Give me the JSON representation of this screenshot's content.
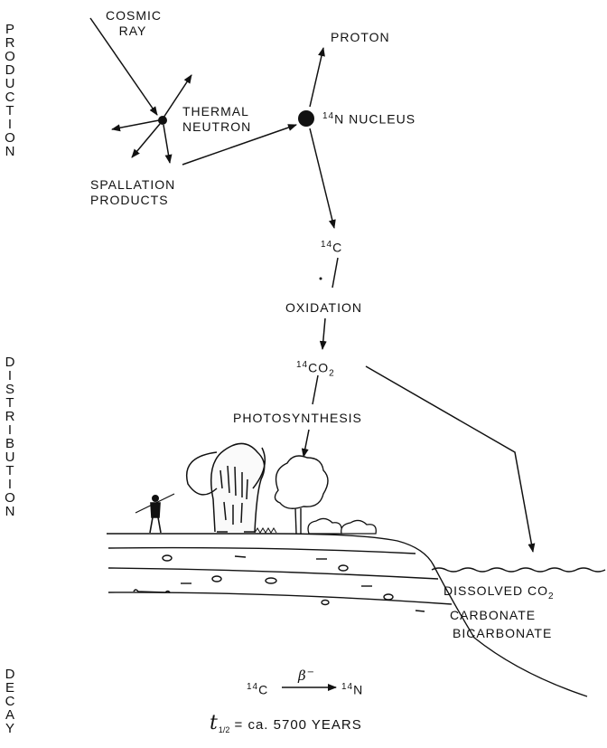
{
  "sections": {
    "production": "PRODUCTION",
    "distribution": "DISTRIBUTION",
    "decay": "DECAY"
  },
  "production": {
    "cosmic_ray_line1": "COSMIC",
    "cosmic_ray_line2": "RAY",
    "proton": "PROTON",
    "thermal_neutron_line1": "THERMAL",
    "thermal_neutron_line2": "NEUTRON",
    "nucleus_mass": "14",
    "nucleus_label": "N NUCLEUS",
    "spallation_line1": "SPALLATION",
    "spallation_line2": "PRODUCTS"
  },
  "distribution": {
    "c14_mass": "14",
    "c14_symbol": "C",
    "oxidation": "OXIDATION",
    "co2_mass": "14",
    "co2_symbol": "CO",
    "co2_sub": "2",
    "photosynthesis": "PHOTOSYNTHESIS",
    "dissolved_line1": "DISSOLVED CO",
    "dissolved_sub": "2",
    "carbonate": "CARBONATE",
    "bicarbonate": "BICARBONATE"
  },
  "decay": {
    "parent_mass": "14",
    "parent_symbol": "C",
    "beta_symbol": "β",
    "beta_sign": "−",
    "daughter_mass": "14",
    "daughter_symbol": "N",
    "halflife_t": "t",
    "halflife_sub": "1/2",
    "halflife_text": "= ca. 5700 YEARS"
  }
}
